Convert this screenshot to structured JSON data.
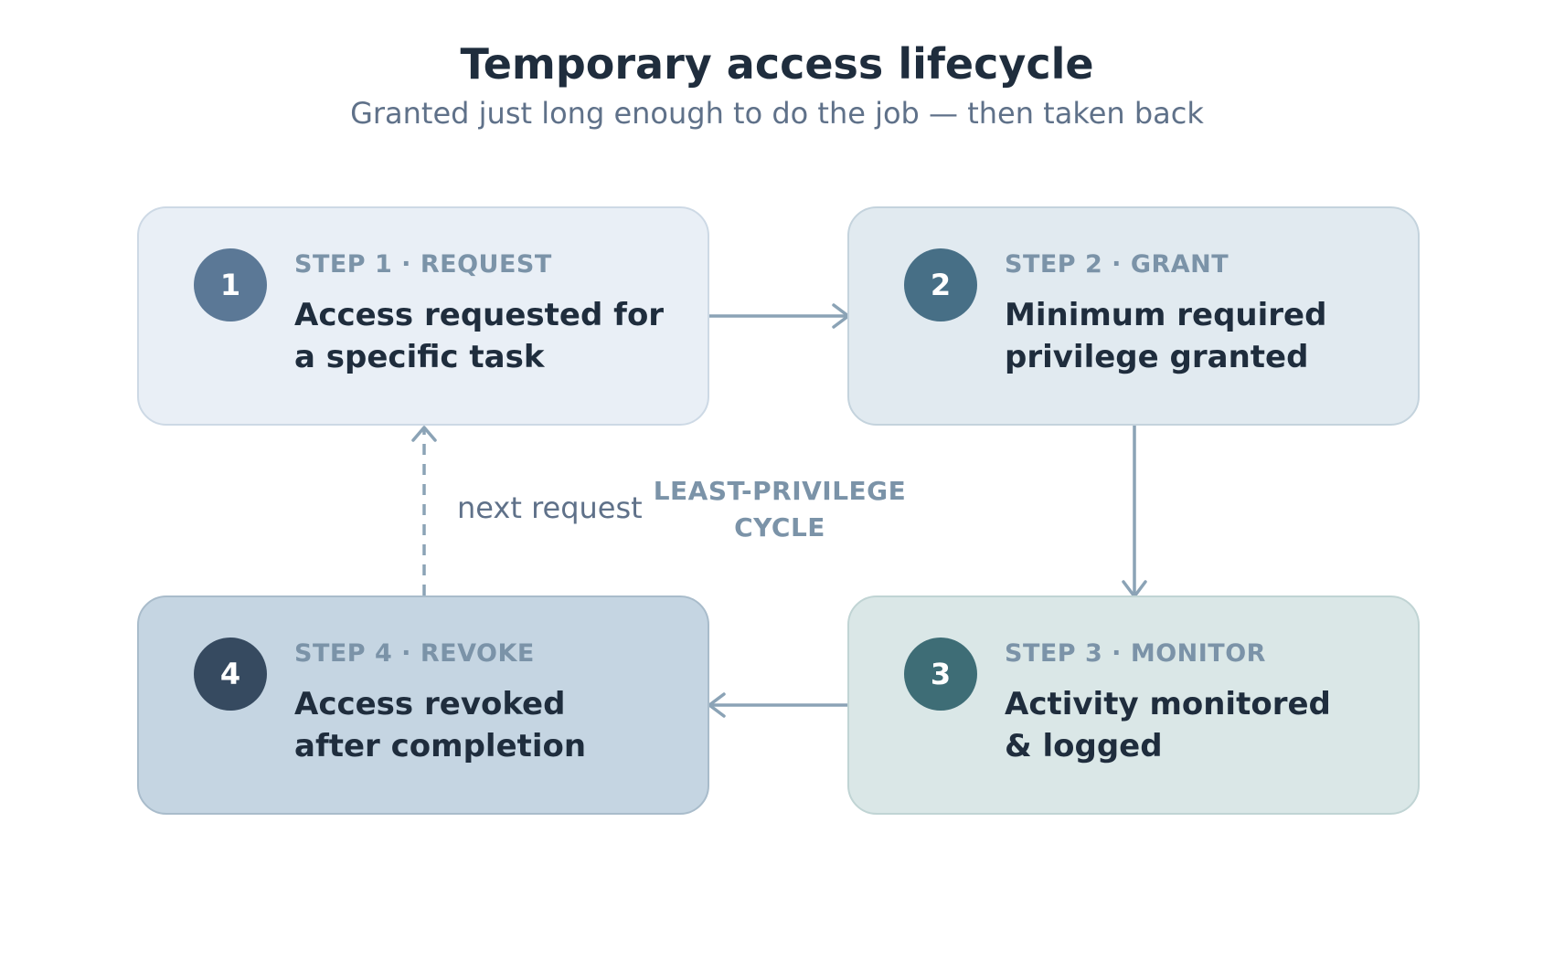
{
  "title": "Temporary access lifecycle",
  "subtitle": "Granted just long enough to do the job — then taken back",
  "center_label_line1": "LEAST-PRIVILEGE",
  "center_label_line2": "CYCLE",
  "return_label": "next request",
  "colors": {
    "arrow": "#8ba3b6",
    "badge_1": "#5b7896",
    "badge_2": "#476f86",
    "badge_3": "#3e6d76",
    "badge_4": "#364a60"
  },
  "steps": [
    {
      "number": "1",
      "label": "STEP 1 · REQUEST",
      "line1": "Access requested for",
      "line2": "a specific task"
    },
    {
      "number": "2",
      "label": "STEP 2 · GRANT",
      "line1": "Minimum required",
      "line2": "privilege granted"
    },
    {
      "number": "3",
      "label": "STEP 3 · MONITOR",
      "line1": "Activity monitored",
      "line2": "& logged"
    },
    {
      "number": "4",
      "label": "STEP 4 · REVOKE",
      "line1": "Access revoked",
      "line2": "after completion"
    }
  ]
}
